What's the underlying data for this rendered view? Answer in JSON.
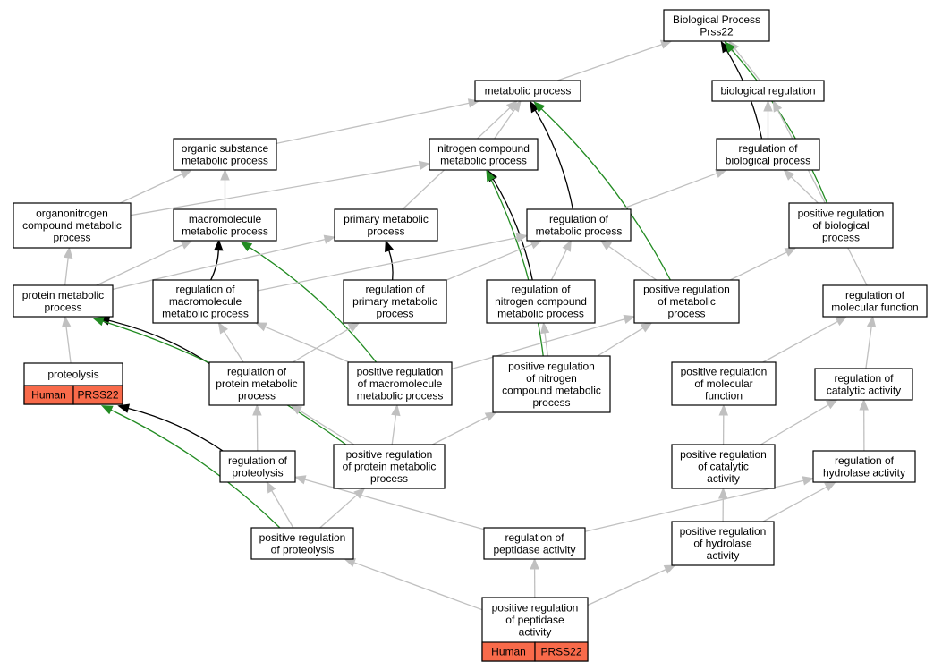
{
  "colors": {
    "default": "#c0c0c0",
    "black": "#000000",
    "green": "#228b22",
    "tag_fill": "#f86a4a"
  },
  "nodes": [
    {
      "id": "bp",
      "lines": [
        "Biological Process",
        "Prss22"
      ]
    },
    {
      "id": "mp",
      "lines": [
        "metabolic process"
      ]
    },
    {
      "id": "br",
      "lines": [
        "biological regulation"
      ]
    },
    {
      "id": "osmp",
      "lines": [
        "organic substance",
        "metabolic process"
      ]
    },
    {
      "id": "ncmp",
      "lines": [
        "nitrogen compound",
        "metabolic process"
      ]
    },
    {
      "id": "rbp",
      "lines": [
        "regulation of",
        "biological process"
      ]
    },
    {
      "id": "oncmp",
      "lines": [
        "organonitrogen",
        "compound metabolic",
        "process"
      ]
    },
    {
      "id": "mmp",
      "lines": [
        "macromolecule",
        "metabolic process"
      ]
    },
    {
      "id": "pmp",
      "lines": [
        "primary metabolic",
        "process"
      ]
    },
    {
      "id": "rmp",
      "lines": [
        "regulation of",
        "metabolic process"
      ]
    },
    {
      "id": "prbp",
      "lines": [
        "positive regulation",
        "of biological",
        "process"
      ]
    },
    {
      "id": "protmp",
      "lines": [
        "protein metabolic",
        "process"
      ]
    },
    {
      "id": "rmmp",
      "lines": [
        "regulation of",
        "macromolecule",
        "metabolic process"
      ]
    },
    {
      "id": "rpmp",
      "lines": [
        "regulation of",
        "primary metabolic",
        "process"
      ]
    },
    {
      "id": "rncmp",
      "lines": [
        "regulation of",
        "nitrogen compound",
        "metabolic process"
      ]
    },
    {
      "id": "prmp",
      "lines": [
        "positive regulation",
        "of metabolic",
        "process"
      ]
    },
    {
      "id": "rmf",
      "lines": [
        "regulation of",
        "molecular function"
      ]
    },
    {
      "id": "prot",
      "lines": [
        "proteolysis"
      ],
      "tags": [
        "Human",
        "PRSS22"
      ]
    },
    {
      "id": "rprotmp",
      "lines": [
        "regulation of",
        "protein metabolic",
        "process"
      ]
    },
    {
      "id": "prmmp",
      "lines": [
        "positive regulation",
        "of macromolecule",
        "metabolic process"
      ]
    },
    {
      "id": "prncmp",
      "lines": [
        "positive regulation",
        "of nitrogen",
        "compound metabolic",
        "process"
      ]
    },
    {
      "id": "prmf",
      "lines": [
        "positive regulation",
        "of molecular",
        "function"
      ]
    },
    {
      "id": "rca",
      "lines": [
        "regulation of",
        "catalytic activity"
      ]
    },
    {
      "id": "rprot",
      "lines": [
        "regulation of",
        "proteolysis"
      ]
    },
    {
      "id": "prprotmp",
      "lines": [
        "positive regulation",
        "of protein metabolic",
        "process"
      ]
    },
    {
      "id": "prca",
      "lines": [
        "positive regulation",
        "of catalytic",
        "activity"
      ]
    },
    {
      "id": "rha",
      "lines": [
        "regulation of",
        "hydrolase activity"
      ]
    },
    {
      "id": "prprot",
      "lines": [
        "positive regulation",
        "of proteolysis"
      ]
    },
    {
      "id": "rpa",
      "lines": [
        "regulation of",
        "peptidase activity"
      ]
    },
    {
      "id": "prha",
      "lines": [
        "positive regulation",
        "of hydrolase",
        "activity"
      ]
    },
    {
      "id": "prpa",
      "lines": [
        "positive regulation",
        "of peptidase",
        "activity"
      ],
      "tags": [
        "Human",
        "PRSS22"
      ]
    }
  ],
  "edges": [
    {
      "from": "mp",
      "to": "bp",
      "kind": "default"
    },
    {
      "from": "br",
      "to": "bp",
      "kind": "default"
    },
    {
      "from": "rbp",
      "to": "bp",
      "kind": "black"
    },
    {
      "from": "prbp",
      "to": "bp",
      "kind": "green"
    },
    {
      "from": "osmp",
      "to": "mp",
      "kind": "default"
    },
    {
      "from": "ncmp",
      "to": "mp",
      "kind": "default"
    },
    {
      "from": "pmp",
      "to": "mp",
      "kind": "default"
    },
    {
      "from": "rmp",
      "to": "mp",
      "kind": "black"
    },
    {
      "from": "prmp",
      "to": "mp",
      "kind": "green"
    },
    {
      "from": "rbp",
      "to": "br",
      "kind": "default"
    },
    {
      "from": "rmf",
      "to": "br",
      "kind": "default"
    },
    {
      "from": "oncmp",
      "to": "osmp",
      "kind": "default"
    },
    {
      "from": "mmp",
      "to": "osmp",
      "kind": "default"
    },
    {
      "from": "oncmp",
      "to": "ncmp",
      "kind": "default"
    },
    {
      "from": "rncmp",
      "to": "ncmp",
      "kind": "black"
    },
    {
      "from": "prncmp",
      "to": "ncmp",
      "kind": "green"
    },
    {
      "from": "rmp",
      "to": "rbp",
      "kind": "default"
    },
    {
      "from": "prbp",
      "to": "rbp",
      "kind": "default"
    },
    {
      "from": "protmp",
      "to": "oncmp",
      "kind": "default"
    },
    {
      "from": "protmp",
      "to": "mmp",
      "kind": "default"
    },
    {
      "from": "rmmp",
      "to": "mmp",
      "kind": "black"
    },
    {
      "from": "prmmp",
      "to": "mmp",
      "kind": "green"
    },
    {
      "from": "protmp",
      "to": "pmp",
      "kind": "default"
    },
    {
      "from": "rpmp",
      "to": "pmp",
      "kind": "black"
    },
    {
      "from": "rmmp",
      "to": "rmp",
      "kind": "default"
    },
    {
      "from": "rpmp",
      "to": "rmp",
      "kind": "default"
    },
    {
      "from": "rncmp",
      "to": "rmp",
      "kind": "default"
    },
    {
      "from": "prmp",
      "to": "rmp",
      "kind": "default"
    },
    {
      "from": "prmp",
      "to": "prbp",
      "kind": "default"
    },
    {
      "from": "prot",
      "to": "protmp",
      "kind": "default"
    },
    {
      "from": "rprotmp",
      "to": "protmp",
      "kind": "black"
    },
    {
      "from": "prprotmp",
      "to": "protmp",
      "kind": "green"
    },
    {
      "from": "rprotmp",
      "to": "rmmp",
      "kind": "default"
    },
    {
      "from": "prmmp",
      "to": "rmmp",
      "kind": "default"
    },
    {
      "from": "rprotmp",
      "to": "rpmp",
      "kind": "default"
    },
    {
      "from": "prncmp",
      "to": "rncmp",
      "kind": "default"
    },
    {
      "from": "prncmp",
      "to": "prmp",
      "kind": "default"
    },
    {
      "from": "prmmp",
      "to": "prmp",
      "kind": "default"
    },
    {
      "from": "rca",
      "to": "rmf",
      "kind": "default"
    },
    {
      "from": "prmf",
      "to": "rmf",
      "kind": "default"
    },
    {
      "from": "rprot",
      "to": "prot",
      "kind": "black"
    },
    {
      "from": "prprot",
      "to": "prot",
      "kind": "green"
    },
    {
      "from": "rprot",
      "to": "rprotmp",
      "kind": "default"
    },
    {
      "from": "prprotmp",
      "to": "rprotmp",
      "kind": "default"
    },
    {
      "from": "prprotmp",
      "to": "prmmp",
      "kind": "default"
    },
    {
      "from": "prprotmp",
      "to": "prncmp",
      "kind": "default"
    },
    {
      "from": "prca",
      "to": "prmf",
      "kind": "default"
    },
    {
      "from": "prca",
      "to": "rca",
      "kind": "default"
    },
    {
      "from": "rha",
      "to": "rca",
      "kind": "default"
    },
    {
      "from": "prprot",
      "to": "rprot",
      "kind": "default"
    },
    {
      "from": "prprot",
      "to": "prprotmp",
      "kind": "default"
    },
    {
      "from": "rpa",
      "to": "rprot",
      "kind": "default"
    },
    {
      "from": "rpa",
      "to": "rha",
      "kind": "default"
    },
    {
      "from": "prha",
      "to": "prca",
      "kind": "default"
    },
    {
      "from": "prha",
      "to": "rha",
      "kind": "default"
    },
    {
      "from": "prpa",
      "to": "prprot",
      "kind": "default"
    },
    {
      "from": "prpa",
      "to": "rpa",
      "kind": "default"
    },
    {
      "from": "prpa",
      "to": "prha",
      "kind": "default"
    }
  ]
}
